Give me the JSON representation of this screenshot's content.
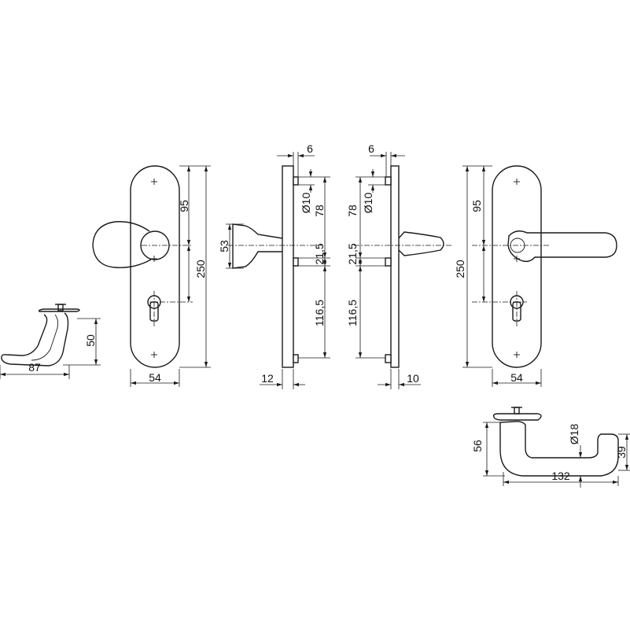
{
  "dims": {
    "lever_side_width": "87",
    "lever_side_height": "50",
    "knob_plate_width": "54",
    "knob_upper_height": "95",
    "knob_total_height": "250",
    "knob_projection": "53",
    "plate_thickness_knob": "6",
    "bolt_diameter_knob": "Ø10",
    "fix_upper_knob": "78",
    "fix_mid_knob": "21,5",
    "fix_lower_knob": "116,5",
    "offset_knob_side": "12",
    "plate_thickness_lever": "6",
    "bolt_diameter_lever": "Ø10",
    "fix_upper_lever": "78",
    "fix_mid_lever": "21,5",
    "fix_lower_lever": "116,5",
    "offset_lever_side": "10",
    "lever_upper_height": "95",
    "lever_total_height": "250",
    "lever_plate_width": "54",
    "lever_top_height": "56",
    "lever_grip_diameter": "Ø18",
    "lever_length": "132",
    "lever_grip_height": "39"
  }
}
